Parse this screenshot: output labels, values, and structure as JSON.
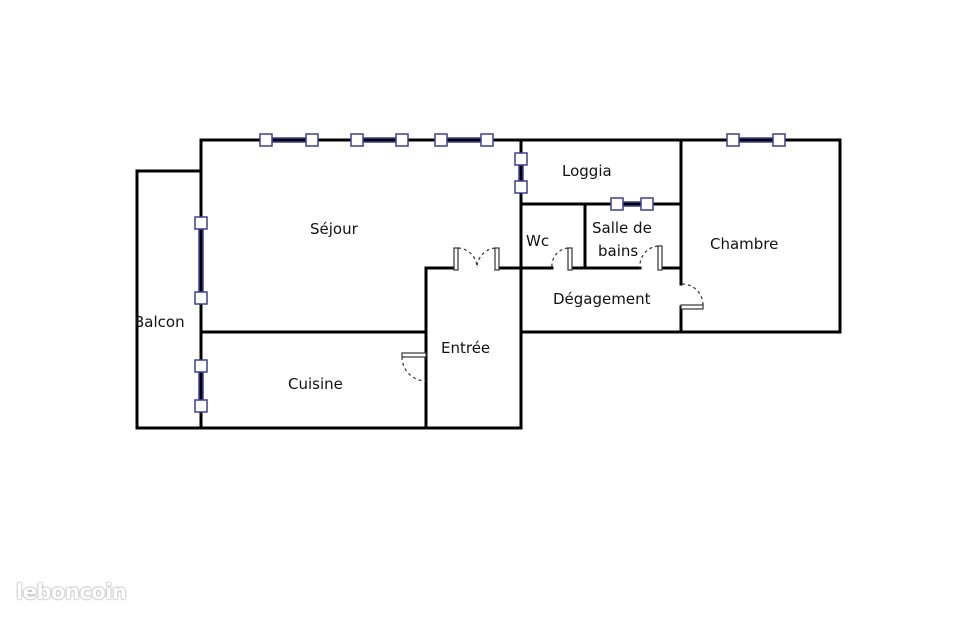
{
  "rooms": {
    "sejour": "Séjour",
    "loggia": "Loggia",
    "wc": "Wc",
    "salle_de_bains_line1": "Salle de",
    "salle_de_bains_line2": "bains",
    "chambre": "Chambre",
    "degagement": "Dégagement",
    "balcon": "Balcon",
    "entree": "Entrée",
    "cuisine": "Cuisine"
  },
  "watermark": "leboncoin",
  "colors": {
    "wall": "#000000",
    "window": "#3b3f9a",
    "background": "#ffffff"
  }
}
